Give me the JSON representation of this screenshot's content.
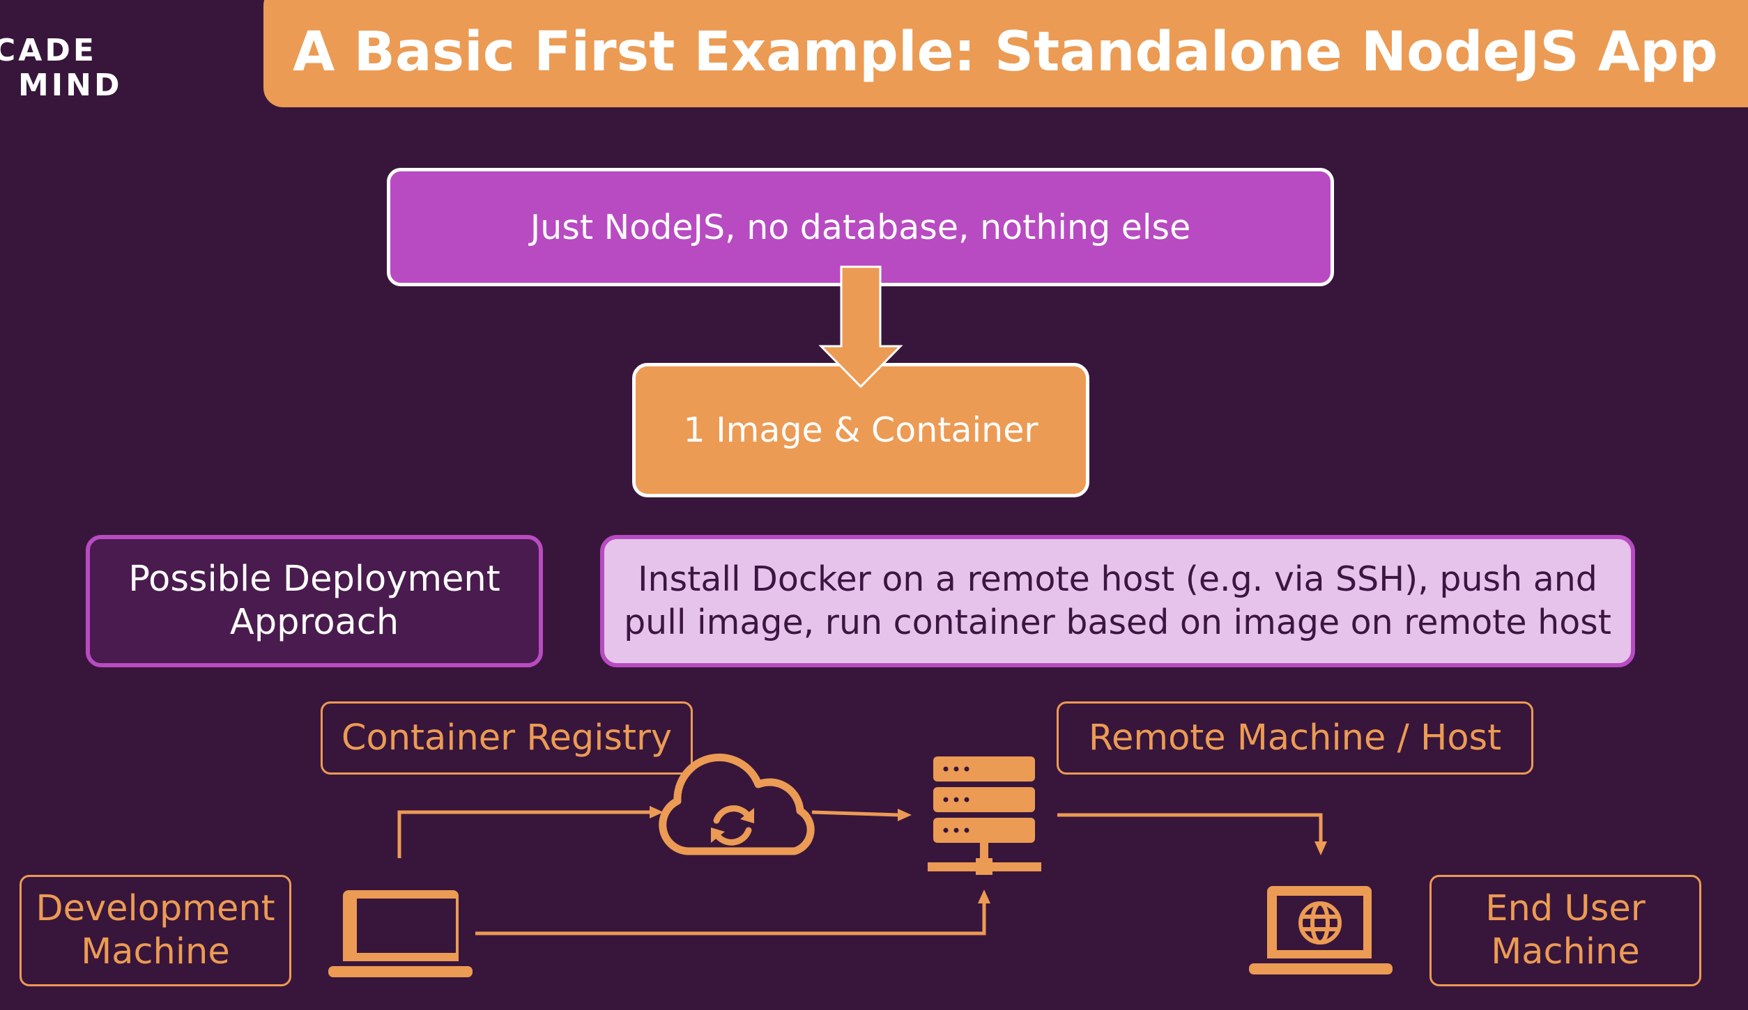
{
  "logo": {
    "line1": "CADE",
    "line2": "MIND"
  },
  "title": "A Basic First Example: Standalone NodeJS App",
  "boxes": {
    "nodejs": "Just NodeJS, no database, nothing else",
    "image_container": "1 Image & Container",
    "deployment_approach": "Possible Deployment Approach",
    "install_docker": "Install Docker on a remote host (e.g. via SSH), push and pull image, run container based on image on remote host"
  },
  "labels": {
    "container_registry": "Container Registry",
    "remote_machine": "Remote Machine / Host",
    "development_machine": "Development Machine",
    "end_user_machine": "End User Machine"
  },
  "icons": [
    "laptop-icon",
    "cloud-sync-icon",
    "server-icon",
    "laptop-globe-icon"
  ],
  "colors": {
    "background": "#38163b",
    "accent_orange": "#ec9b54",
    "accent_purple": "#b84bc2",
    "light_purple": "#e6c3ea"
  }
}
